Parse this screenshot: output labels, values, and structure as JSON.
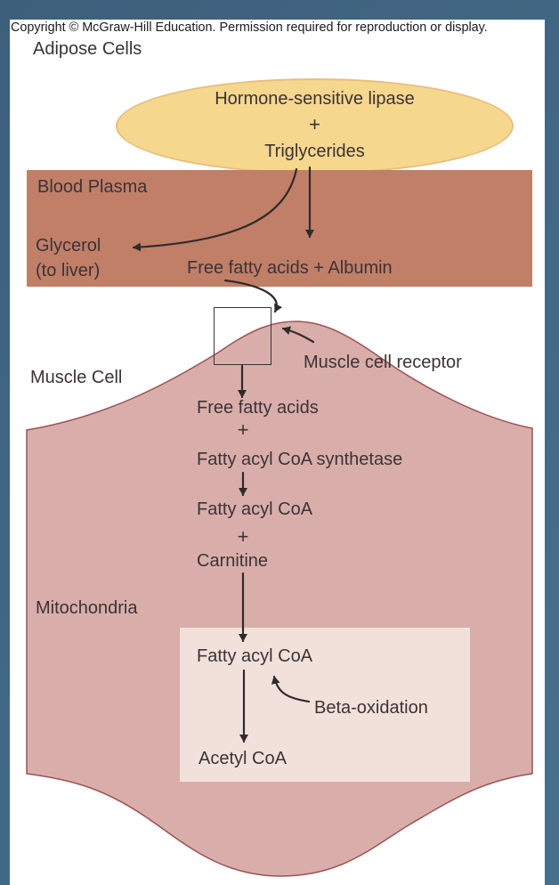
{
  "copyright": "Copyright © McGraw-Hill Education. Permission required for reproduction or display.",
  "regions": {
    "adipose": "Adipose Cells",
    "blood_plasma": "Blood Plasma",
    "muscle_cell": "Muscle Cell",
    "mitochondria": "Mitochondria"
  },
  "adipose_ellipse": {
    "enzyme": "Hormone-sensitive lipase",
    "plus": "+",
    "substrate": "Triglycerides"
  },
  "plasma": {
    "glycerol": "Glycerol",
    "to_liver": "(to liver)",
    "ffa_albumin": "Free fatty acids + Albumin"
  },
  "receptor_label": "Muscle cell receptor",
  "muscle_chain": {
    "free_fatty_acids": "Free fatty acids",
    "plus1": "+",
    "synthetase": "Fatty acyl CoA synthetase",
    "fatty_acyl_coa": "Fatty acyl CoA",
    "plus2": "+",
    "carnitine": "Carnitine"
  },
  "mitochondria_box": {
    "fatty_acyl_coa": "Fatty acyl CoA",
    "beta_oxidation": "Beta-oxidation",
    "acetyl_coa": "Acetyl CoA"
  },
  "colors": {
    "frame": "#3d5f7c",
    "frame2": "#46718e",
    "page": "#ffffff",
    "ellipse_fill": "#f6d78e",
    "ellipse_border": "#e8bf7a",
    "plasma_fill": "#c17f68",
    "muscle_fill": "#d9aeaa",
    "muscle_border": "#9c5154",
    "mito_fill": "#f2e1db",
    "ink": "#3b3336",
    "arrow": "#2f2b2d"
  }
}
